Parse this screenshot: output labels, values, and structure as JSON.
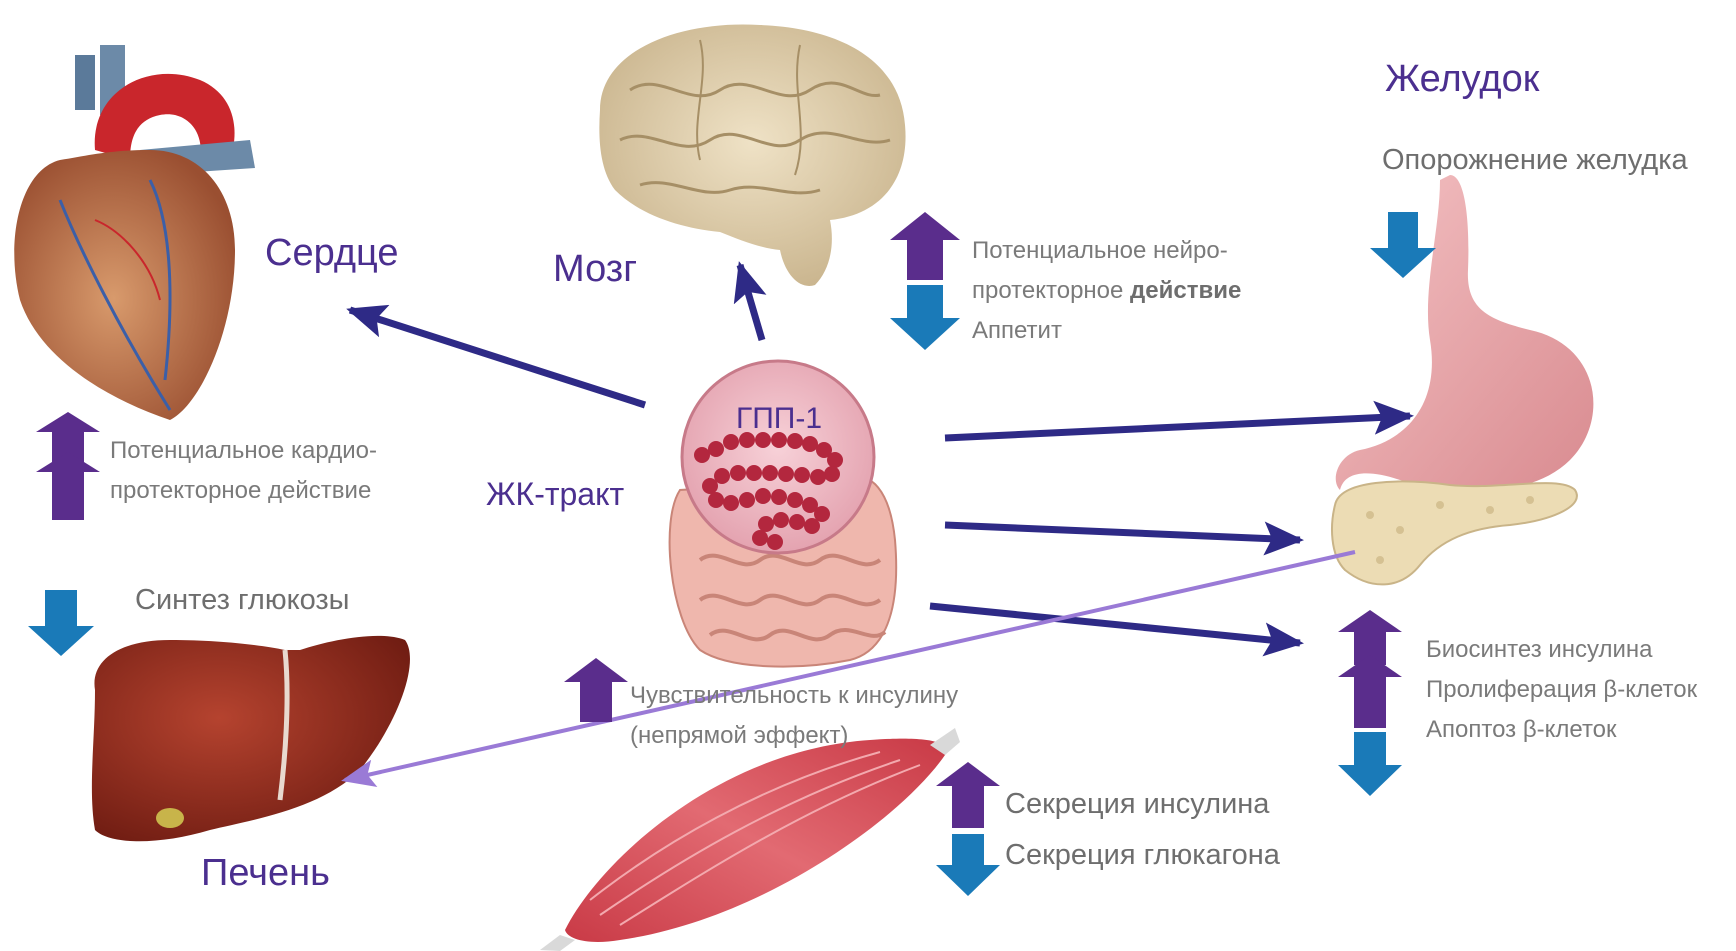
{
  "colors": {
    "label_purple": "#4b2f8f",
    "arrow_navy": "#2e2a86",
    "arrow_light_purple": "#9a7ad6",
    "up_arrow": "#5a2d8c",
    "down_arrow": "#1a7ab8",
    "text_gray": "#7a7a7a"
  },
  "center": {
    "glp_label": "ГПП-1",
    "gut_label": "ЖК-тракт"
  },
  "heart": {
    "label": "Сердце",
    "effect_line1": "Потенциальное кардио-",
    "effect_line2": "протекторное действие",
    "arrow": "up"
  },
  "brain": {
    "label": "Мозг",
    "effect_line1": "Потенциальное нейро-",
    "effect_line2_normal": "протекторное ",
    "effect_line2_bold": "действие",
    "effect_line3": "Аппетит",
    "arrows": [
      "up",
      "down"
    ]
  },
  "stomach": {
    "label": "Желудок",
    "effect": "Опорожнение желудка",
    "arrow": "down"
  },
  "pancreas": {
    "effect1": "Биосинтез инсулина",
    "effect2": "Пролиферация β-клеток",
    "effect3": "Апоптоз β-клеток",
    "arrows": [
      "up",
      "up",
      "down"
    ],
    "secretion1": "Секреция инсулина",
    "secretion2": "Секреция глюкагона",
    "secretion_arrows": [
      "up",
      "down"
    ]
  },
  "liver": {
    "label": "Печень",
    "effect": "Синтез глюкозы",
    "arrow": "down"
  },
  "muscle": {
    "effect_line1": "Чувствительность к инсулину",
    "effect_line2": "(непрямой эффект)",
    "arrow": "up"
  },
  "icons": [
    "heart-icon",
    "brain-icon",
    "stomach-icon",
    "pancreas-icon",
    "liver-icon",
    "intestine-icon",
    "muscle-icon",
    "glp1-peptide-icon"
  ]
}
